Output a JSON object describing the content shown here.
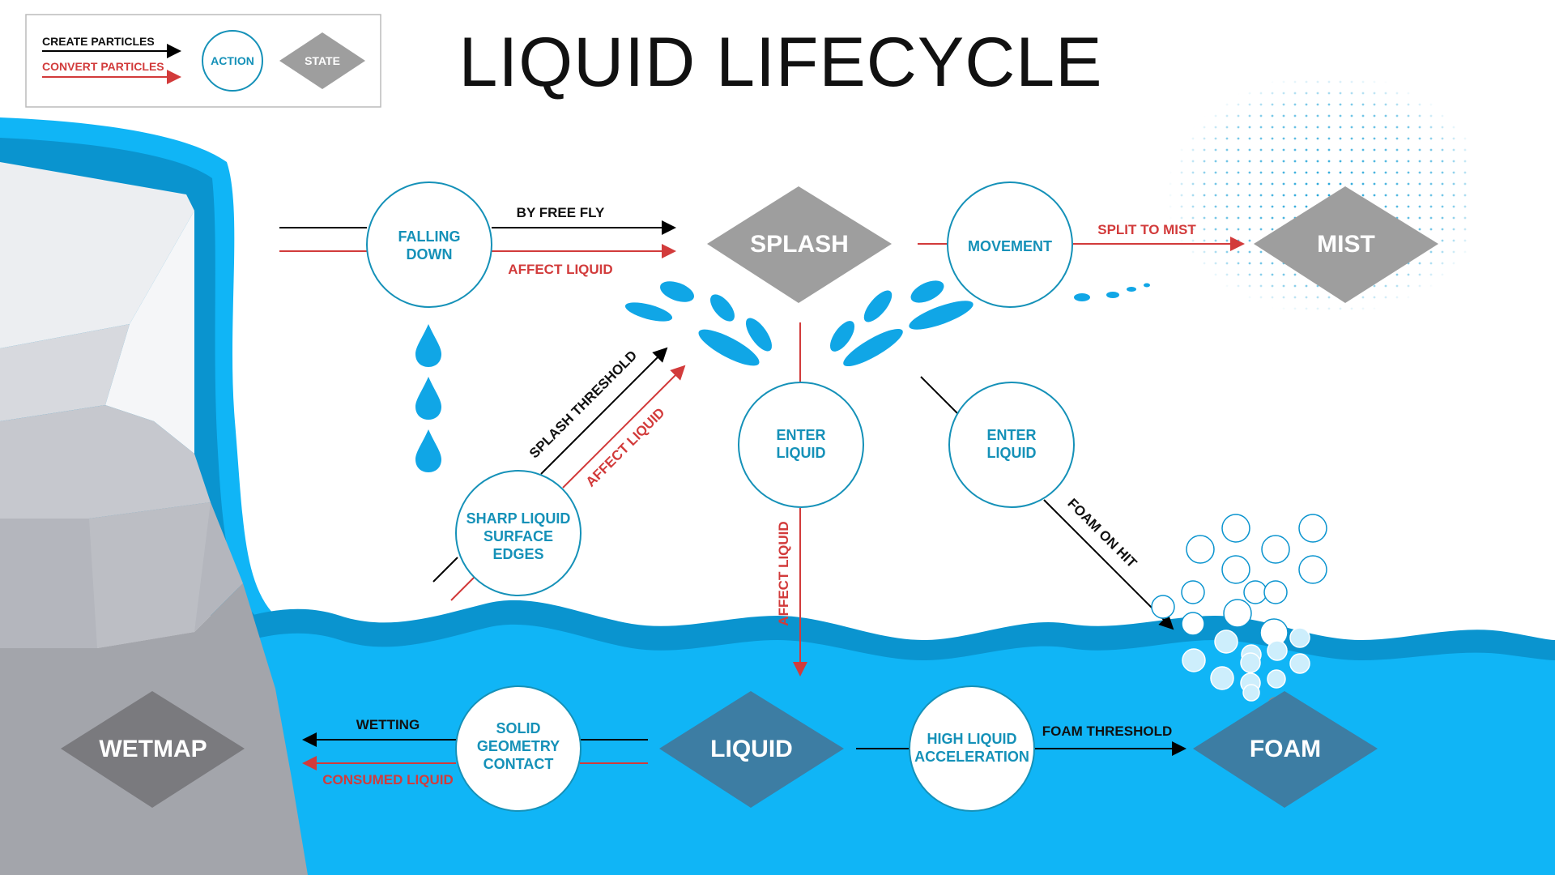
{
  "title": "LIQUID LIFECYCLE",
  "colors": {
    "create": "#000000",
    "convert": "#d23b3b",
    "action": "#1591b8",
    "state_light": "#9e9e9e",
    "state_dark": "#3d7da3",
    "water": "#10b5f6",
    "water_dark": "#0a94cf"
  },
  "legend": {
    "create_particles": "CREATE PARTICLES",
    "convert_particles": "CONVERT PARTICLES",
    "action": "ACTION",
    "state": "STATE"
  },
  "actions": {
    "falling_down": [
      "FALLING",
      "DOWN"
    ],
    "movement": [
      "MOVEMENT"
    ],
    "enter_liquid_left": [
      "ENTER",
      "LIQUID"
    ],
    "enter_liquid_right": [
      "ENTER",
      "LIQUID"
    ],
    "sharp_edges": [
      "SHARP LIQUID",
      "SURFACE",
      "EDGES"
    ],
    "solid_contact": [
      "SOLID",
      "GEOMETRY",
      "CONTACT"
    ],
    "high_accel": [
      "HIGH LIQUID",
      "ACCELERATION"
    ]
  },
  "states": {
    "splash": "SPLASH",
    "mist": "MIST",
    "liquid": "LIQUID",
    "foam": "FOAM",
    "wetmap": "WETMAP"
  },
  "labels": {
    "by_free_fly": "BY FREE FLY",
    "affect_liquid_top": "AFFECT LIQUID",
    "split_to_mist": "SPLIT TO MIST",
    "splash_threshold": "SPLASH THRESHOLD",
    "affect_liquid_diag": "AFFECT LIQUID",
    "affect_liquid_vertical": "AFFECT LIQUID",
    "foam_on_hit": "FOAM ON HIT",
    "wetting": "WETTING",
    "consumed_liquid": "CONSUMED LIQUID",
    "foam_threshold": "FOAM THRESHOLD"
  }
}
